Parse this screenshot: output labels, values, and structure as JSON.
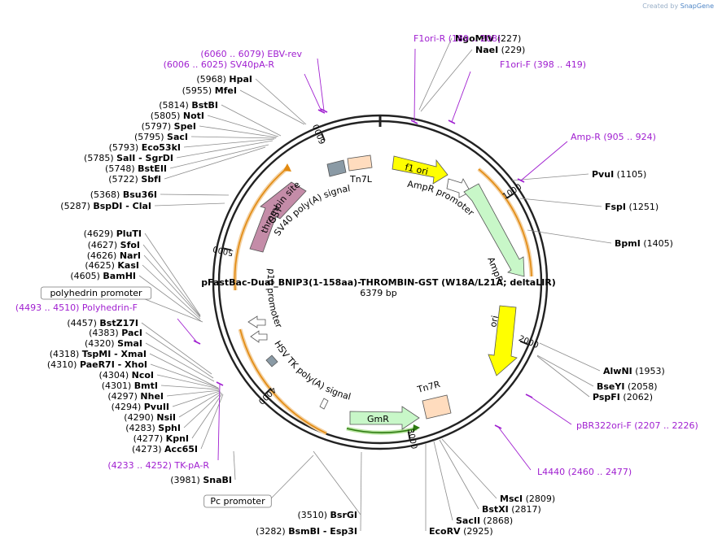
{
  "watermark": {
    "prefix": "Created by",
    "brand": "SnapGene"
  },
  "plasmid": {
    "name": "pFastBac-Dual_BNIP3(1-158aa)-THROMBIN-GST (W18A/L21A; deltaLIR)",
    "size_label": "6379 bp",
    "length": 6379
  },
  "colors": {
    "primer": "#a01fd0",
    "f1_ori": "#ffff00",
    "ori": "#ffff00",
    "ampr": "#c8f7c8",
    "gmr": "#c8f7c8",
    "gst": "#c48ca8",
    "tn7": "#ffdcbe",
    "terminator": "#8a9aa5",
    "orf": "#f0a030"
  },
  "ticks": [
    "1000",
    "2000",
    "3000",
    "4000",
    "5000",
    "6000"
  ],
  "sites": [
    {
      "name": "NgoMIV",
      "pos": "(227)"
    },
    {
      "name": "NaeI",
      "pos": "(229)"
    },
    {
      "name": "PvuI",
      "pos": "(1105)"
    },
    {
      "name": "FspI",
      "pos": "(1251)"
    },
    {
      "name": "BpmI",
      "pos": "(1405)"
    },
    {
      "name": "AlwNI",
      "pos": "(1953)"
    },
    {
      "name": "BseYI",
      "pos": "(2058)"
    },
    {
      "name": "PspFI",
      "pos": "(2062)"
    },
    {
      "name": "MscI",
      "pos": "(2809)"
    },
    {
      "name": "BstXI",
      "pos": "(2817)"
    },
    {
      "name": "SacII",
      "pos": "(2868)"
    },
    {
      "name": "EcoRV",
      "pos": "(2925)"
    },
    {
      "name": "BsrGI",
      "pos": "(3510)"
    },
    {
      "name": "BsmBI - Esp3I",
      "pos": "(3282)"
    },
    {
      "name": "SnaBI",
      "pos": "(3981)"
    },
    {
      "name": "Acc65I",
      "pos": "(4273)"
    },
    {
      "name": "KpnI",
      "pos": "(4277)"
    },
    {
      "name": "SphI",
      "pos": "(4283)"
    },
    {
      "name": "NsiI",
      "pos": "(4290)"
    },
    {
      "name": "PvuII",
      "pos": "(4294)"
    },
    {
      "name": "NheI",
      "pos": "(4297)"
    },
    {
      "name": "BmtI",
      "pos": "(4301)"
    },
    {
      "name": "NcoI",
      "pos": "(4304)"
    },
    {
      "name": "PaeR7I - XhoI",
      "pos": "(4310)"
    },
    {
      "name": "TspMI - XmaI",
      "pos": "(4318)"
    },
    {
      "name": "SmaI",
      "pos": "(4320)"
    },
    {
      "name": "PacI",
      "pos": "(4383)"
    },
    {
      "name": "BstZ17I",
      "pos": "(4457)"
    },
    {
      "name": "BamHI",
      "pos": "(4605)"
    },
    {
      "name": "KasI",
      "pos": "(4625)"
    },
    {
      "name": "NarI",
      "pos": "(4626)"
    },
    {
      "name": "SfoI",
      "pos": "(4627)"
    },
    {
      "name": "PluTI",
      "pos": "(4629)"
    },
    {
      "name": "BspDI - ClaI",
      "pos": "(5287)"
    },
    {
      "name": "Bsu36I",
      "pos": "(5368)"
    },
    {
      "name": "SbfI",
      "pos": "(5722)"
    },
    {
      "name": "BstEII",
      "pos": "(5748)"
    },
    {
      "name": "SalI - SgrDI",
      "pos": "(5785)"
    },
    {
      "name": "Eco53kI",
      "pos": "(5793)"
    },
    {
      "name": "SacI",
      "pos": "(5795)"
    },
    {
      "name": "SpeI",
      "pos": "(5797)"
    },
    {
      "name": "NotI",
      "pos": "(5805)"
    },
    {
      "name": "BstBI",
      "pos": "(5814)"
    },
    {
      "name": "MfeI",
      "pos": "(5955)"
    },
    {
      "name": "HpaI",
      "pos": "(5968)"
    }
  ],
  "primers": [
    {
      "name": "F1ori-R",
      "range": "(189 .. 208)"
    },
    {
      "name": "F1ori-F",
      "range": "(398 .. 419)"
    },
    {
      "name": "Amp-R",
      "range": "(905 .. 924)"
    },
    {
      "name": "pBR322ori-F",
      "range": "(2207 .. 2226)"
    },
    {
      "name": "L4440",
      "range": "(2460 .. 2477)"
    },
    {
      "name": "TK-pA-R",
      "range": "(4233 .. 4252)"
    },
    {
      "name": "Polyhedrin-F",
      "range": "(4493 .. 4510)"
    },
    {
      "name": "SV40pA-R",
      "range": "(6006 .. 6025)"
    },
    {
      "name": "EBV-rev",
      "range": "(6060 .. 6079)"
    }
  ],
  "boxed_features": [
    "polyhedrin promoter",
    "Pc promoter"
  ],
  "features": {
    "f1_ori": "f1 ori",
    "ampr_promoter": "AmpR promoter",
    "ampr": "AmpR",
    "ori": "ori",
    "tn7r": "Tn7R",
    "gmr": "GmR",
    "hsv_tk": "HSV TK poly(A) signal",
    "p10": "p10 promoter",
    "gst": "GST",
    "thrombin": "thrombin site",
    "sv40": "SV40 poly(A) signal",
    "tn7l": "Tn7L"
  }
}
